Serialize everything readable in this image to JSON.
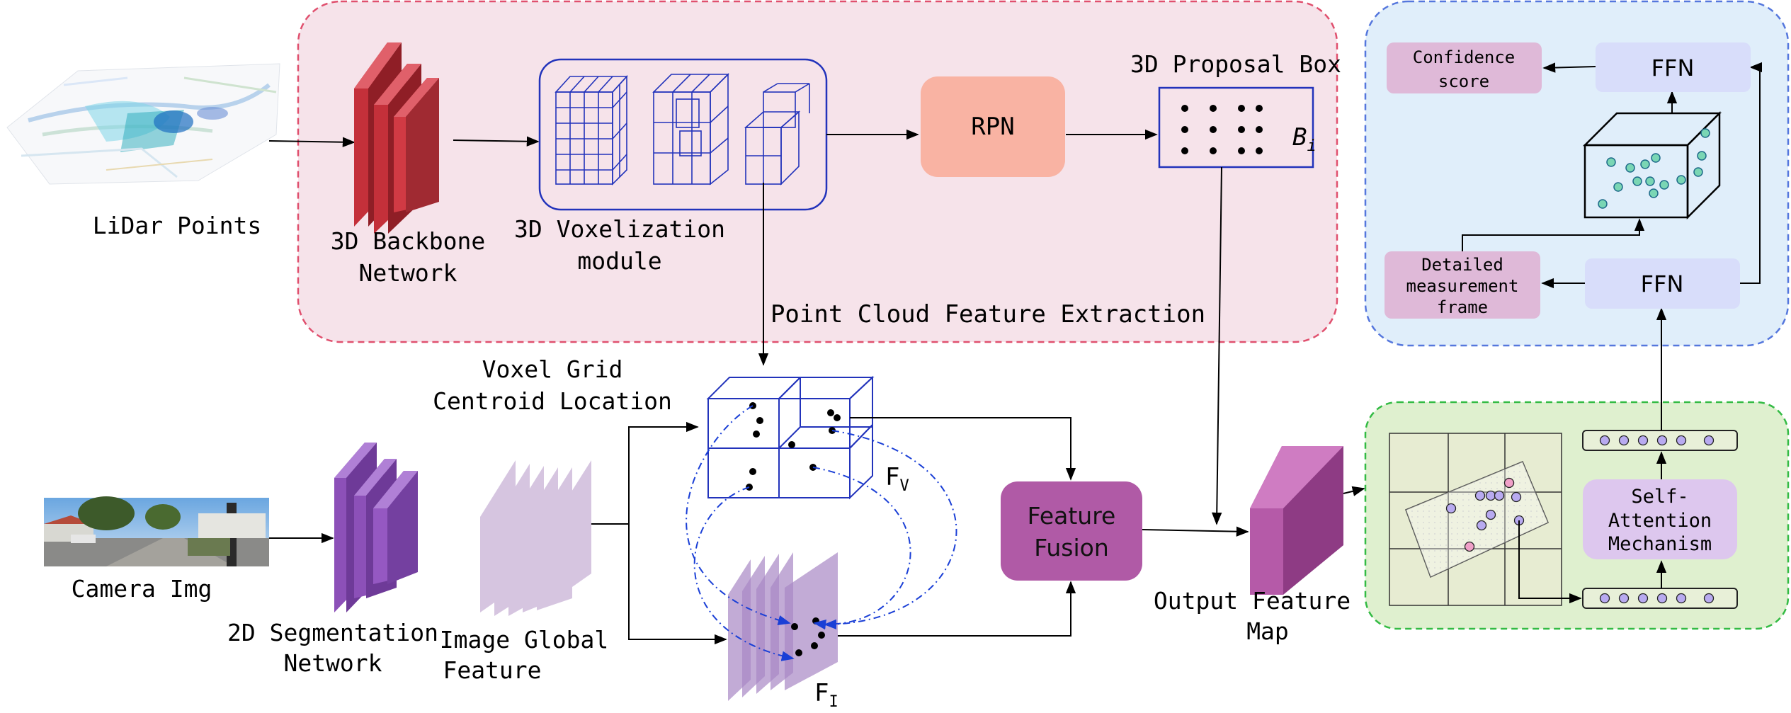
{
  "colors": {
    "pink_region_fill": "#f6e3ea",
    "pink_region_border": "#e0506e",
    "blue_region_fill": "#e0eefa",
    "blue_region_border": "#5577dd",
    "green_region_fill": "#dff0cf",
    "green_region_border": "#33bb44",
    "backbone_red": "#c4303a",
    "seg_purple": "#8c50b8",
    "rpn_salmon": "#f9b3a3",
    "fusion_magenta": "#b05aa6",
    "output_magenta": "#b55aa8",
    "voxel_blue": "#2233bb",
    "ffn_lavender": "#d8ddfa",
    "pink_box": "#dfb9d8",
    "self_attention_fill": "#ddc7ee",
    "arrow_black": "#000000",
    "dashed_blue": "#1a3fd6"
  },
  "labels": {
    "lidar_points": "LiDar Points",
    "camera_img": "Camera Img",
    "backbone_line1": "3D Backbone",
    "backbone_line2": "Network",
    "voxelization_line1": "3D Voxelization",
    "voxelization_line2": "module",
    "rpn": "RPN",
    "proposal_box": "3D Proposal Box",
    "bi_symbol": "B",
    "bi_subscript": "i",
    "point_cloud_feature_extraction": "Point Cloud Feature Extraction",
    "voxel_grid_line1": "Voxel Grid",
    "voxel_grid_line2": "Centroid Location",
    "seg_line1": "2D Segmentation",
    "seg_line2": "Network",
    "image_global_line1": "Image Global",
    "image_global_line2": "Feature",
    "fv_symbol": "F",
    "fv_subscript": "V",
    "fi_symbol": "F",
    "fi_subscript": "I",
    "fusion_line1": "Feature",
    "fusion_line2": "Fusion",
    "output_line1": "Output Feature",
    "output_line2": "Map",
    "confidence_line1": "Confidence",
    "confidence_line2": "score",
    "ffn_top": "FFN",
    "ffn_bottom": "FFN",
    "detailed_line1": "Detailed",
    "detailed_line2": "measurement",
    "detailed_line3": "frame",
    "self_attention_line1": "Self-",
    "self_attention_line2": "Attention",
    "self_attention_line3": "Mechanism"
  }
}
